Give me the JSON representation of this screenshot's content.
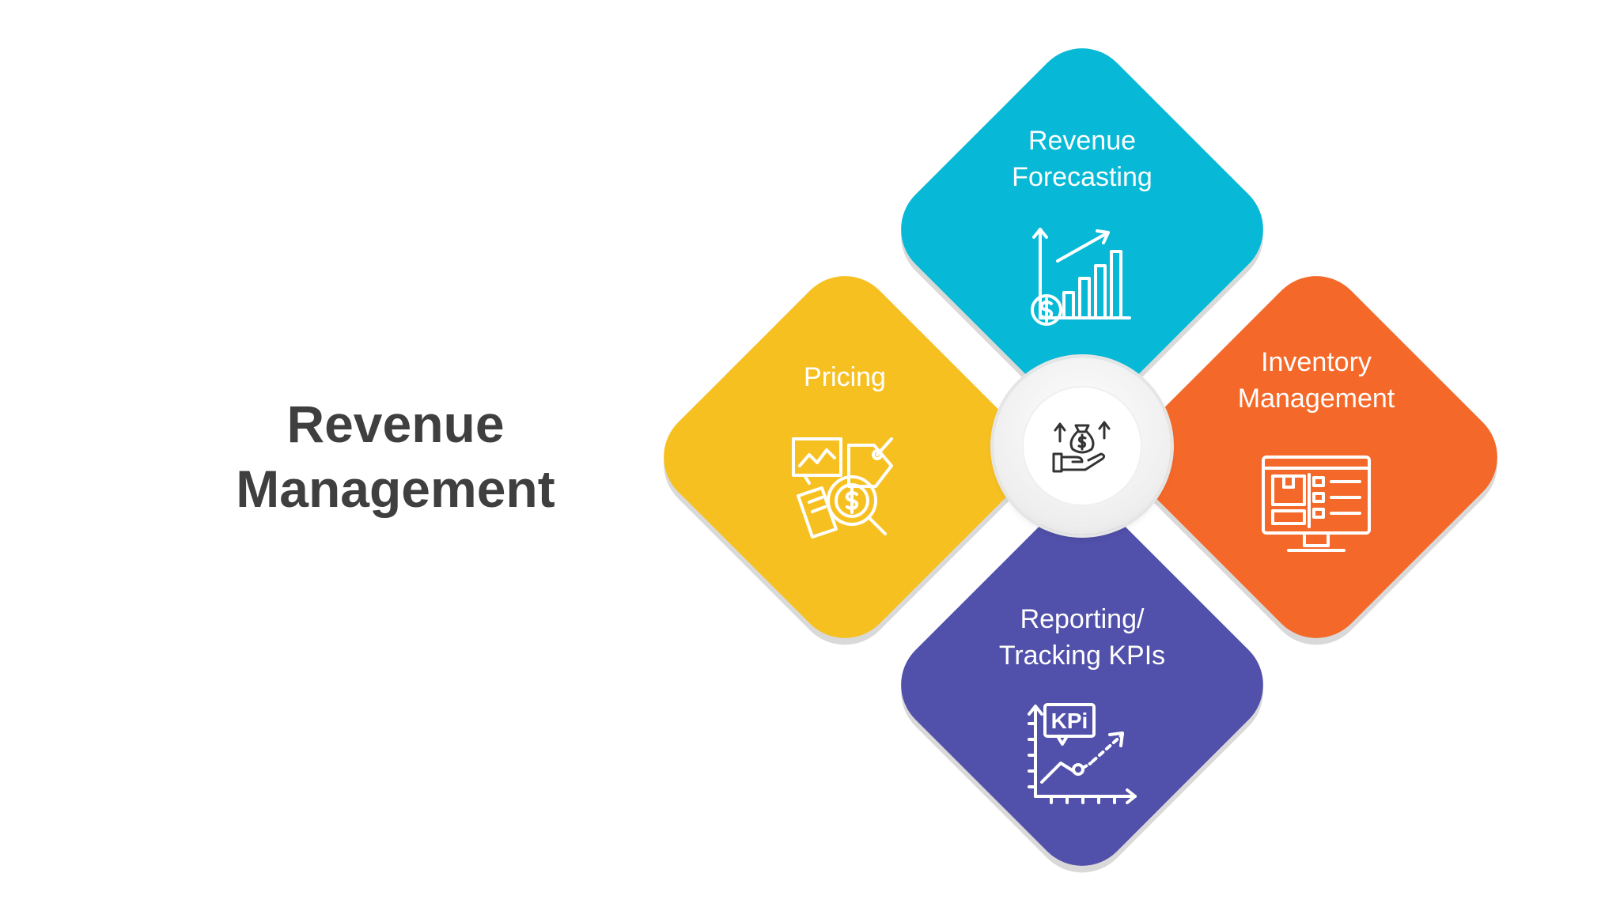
{
  "title": {
    "line1": "Revenue",
    "line2": "Management"
  },
  "segments": [
    {
      "position": "top",
      "line1": "Revenue",
      "line2": "Forecasting",
      "color": "#07b9d6",
      "icon": "chart-growth-dollar-icon"
    },
    {
      "position": "left",
      "line1": "Pricing",
      "color": "#f7c021",
      "icon": "pricing-analysis-icon"
    },
    {
      "position": "right",
      "line1": "Inventory",
      "line2": "Management",
      "color": "#f4692a",
      "icon": "inventory-monitor-icon"
    },
    {
      "position": "bottom",
      "line1": "Reporting/",
      "line2": "Tracking KPIs",
      "color": "#5150aa",
      "icon": "kpi-chart-icon",
      "icon_text": "KPi"
    }
  ],
  "hub": {
    "icon": "hand-money-growth-icon"
  }
}
